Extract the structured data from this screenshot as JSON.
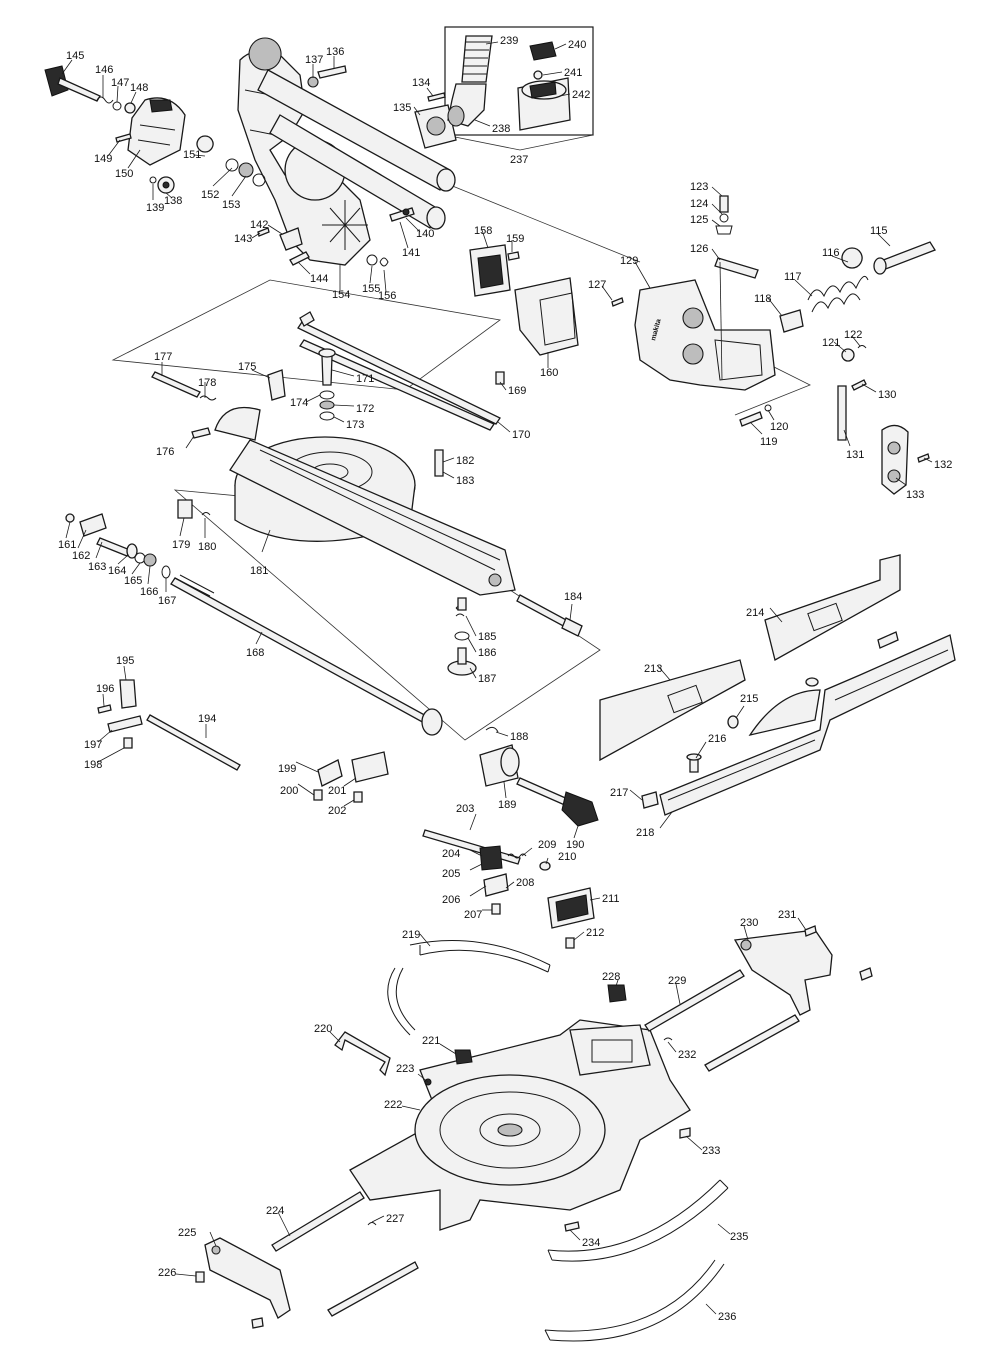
{
  "diagram": {
    "part_numbers": [
      "145",
      "146",
      "147",
      "148",
      "149",
      "150",
      "151",
      "152",
      "153",
      "139",
      "138",
      "137",
      "136",
      "134",
      "135",
      "239",
      "240",
      "241",
      "242",
      "238",
      "237",
      "143",
      "142",
      "144",
      "154",
      "140",
      "141",
      "155",
      "156",
      "158",
      "159",
      "160",
      "123",
      "124",
      "125",
      "126",
      "127",
      "129",
      "116",
      "115",
      "117",
      "118",
      "121",
      "122",
      "130",
      "131",
      "132",
      "133",
      "119",
      "120",
      "177",
      "178",
      "175",
      "171",
      "172",
      "174",
      "173",
      "169",
      "170",
      "176",
      "182",
      "183",
      "161",
      "162",
      "163",
      "164",
      "165",
      "166",
      "167",
      "179",
      "180",
      "181",
      "184",
      "185",
      "186",
      "187",
      "168",
      "214",
      "213",
      "215",
      "216",
      "217",
      "218",
      "195",
      "196",
      "197",
      "198",
      "194",
      "188",
      "189",
      "190",
      "199",
      "200",
      "201",
      "202",
      "203",
      "204",
      "205",
      "206",
      "207",
      "208",
      "209",
      "210",
      "211",
      "212",
      "219",
      "220",
      "221",
      "222",
      "223",
      "224",
      "225",
      "226",
      "227",
      "228",
      "229",
      "230",
      "231",
      "232",
      "233",
      "234",
      "235",
      "236"
    ],
    "brand_mark": "makita"
  }
}
